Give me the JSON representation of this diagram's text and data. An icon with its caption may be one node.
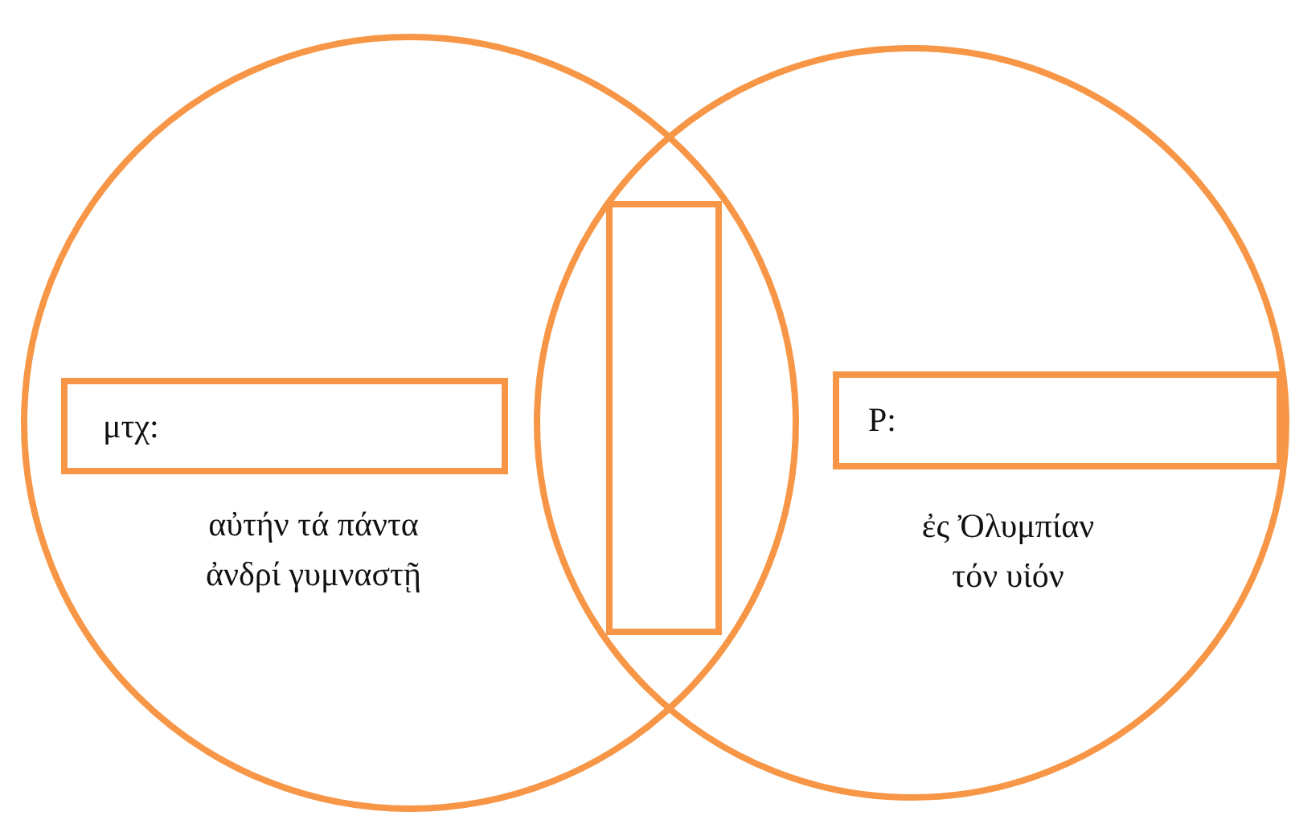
{
  "diagram": {
    "nodes": [
      {
        "text": [
          "αὐτήν τά πάντα ἀνδρί γυμναστῇ"
        ]
      },
      {
        "text": [
          "μτχ:"
        ],
        "in": 0
      },
      {
        "text": [],
        "shape": "box"
      },
      {
        "text": [
          "ἐς Ὀλυμπίαν τόν υἱόν"
        ]
      },
      {
        "text": [
          "P:"
        ],
        "in": 3
      }
    ]
  }
}
